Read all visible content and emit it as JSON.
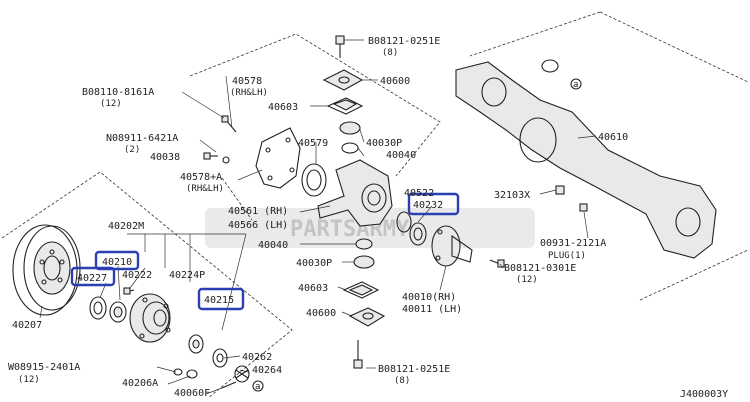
{
  "diagram_code": "J400003Y",
  "watermark": "PARTSARMY",
  "highlight_color": "#2b3fb5",
  "labels": {
    "l40202m": "40202M",
    "l40210": "40210",
    "l40227": "40227",
    "l40222": "40222",
    "l40224p": "40224P",
    "l40215": "40215",
    "l40207": "40207",
    "l08915_a": "W08915-2401A",
    "l08915_b": "(12)",
    "l40206a": "40206A",
    "l40060f": "40060F",
    "l40262": "40262",
    "l40264": "40264",
    "l08110_a": "B08110-8161A",
    "l08110_b": "(12)",
    "l08911_a": "N08911-6421A",
    "l08911_b": "(2)",
    "l40038": "40038",
    "l40578a_a": "40578+A",
    "l40578a_b": "(RH&LH)",
    "l40578_a": "40578",
    "l40578_b": "(RH&LH)",
    "l08121_top_a": "B08121-0251E",
    "l08121_top_b": "(8)",
    "l40600_top": "40600",
    "l40603_top": "40603",
    "l40579": "40579",
    "l40030p_top": "40030P",
    "l40040_top": "40040",
    "l40561": "40561 (RH)",
    "l40566": "40566 (LH)",
    "l40522": "40522",
    "l40232": "40232",
    "l40040_mid": "40040",
    "l40030p_mid": "40030P",
    "l40603_mid": "40603",
    "l40600_mid": "40600",
    "l40010": "40010(RH)",
    "l40011": "40011 (LH)",
    "l08121_mid_a": "B08121-0301E",
    "l08121_mid_b": "(12)",
    "l08121_bot_a": "B08121-0251E",
    "l08121_bot_b": "(8)",
    "l40610": "40610",
    "l32103x": "32103X",
    "l00931_a": "00931-2121A",
    "l00931_b": "PLUG(1)",
    "circle_a": "a"
  }
}
